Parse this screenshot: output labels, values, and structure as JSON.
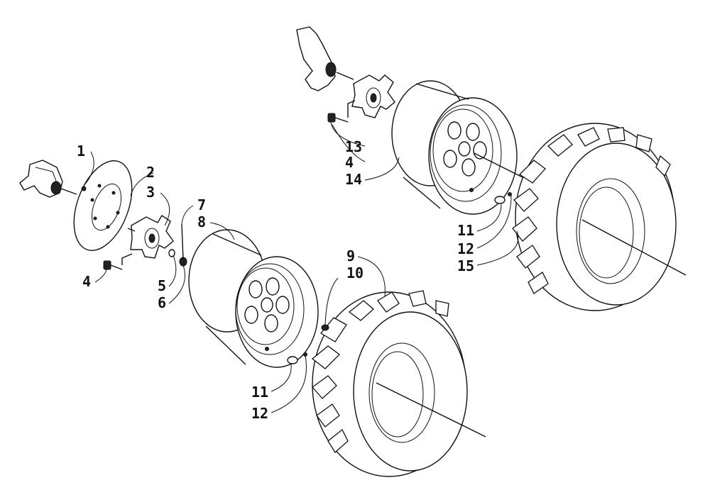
{
  "callouts": [
    {
      "id": "c1",
      "text": "1"
    },
    {
      "id": "c2",
      "text": "2"
    },
    {
      "id": "c3",
      "text": "3"
    },
    {
      "id": "c4a",
      "text": "4"
    },
    {
      "id": "c5",
      "text": "5"
    },
    {
      "id": "c6",
      "text": "6"
    },
    {
      "id": "c7",
      "text": "7"
    },
    {
      "id": "c8",
      "text": "8"
    },
    {
      "id": "c9",
      "text": "9"
    },
    {
      "id": "c10",
      "text": "10"
    },
    {
      "id": "c11a",
      "text": "11"
    },
    {
      "id": "c12a",
      "text": "12"
    },
    {
      "id": "c13",
      "text": "13"
    },
    {
      "id": "c4b",
      "text": "4"
    },
    {
      "id": "c14",
      "text": "14"
    },
    {
      "id": "c11b",
      "text": "11"
    },
    {
      "id": "c12b",
      "text": "12"
    },
    {
      "id": "c15",
      "text": "15"
    }
  ],
  "colors": {
    "ink": "#111111",
    "paper": "#ffffff"
  }
}
